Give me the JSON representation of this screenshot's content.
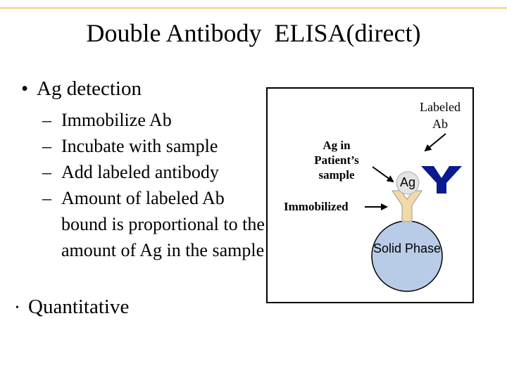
{
  "title": "Double Antibody  ELISA(direct)",
  "bullets": {
    "main": "Ag detection",
    "sub": [
      "Immobilize Ab",
      "Incubate with sample",
      "Add labeled antibody",
      "Amount of labeled Ab bound is proportional to the amount of Ag in the sample"
    ],
    "quant": "Quantitative"
  },
  "symbols": {
    "bullet": "•",
    "dash": "–"
  },
  "diagram": {
    "labeled_ab": "Labeled Ab",
    "ag_sample": "Ag in Patient’s sample",
    "immobilized": "Immobilized",
    "ag": "Ag",
    "solid_phase": "Solid Phase",
    "labeled_ab_symbol": "Y"
  },
  "colors": {
    "top_bar": "#f4dd9e",
    "solid_phase": "#b8cce8",
    "immobilized_ab": "#f2d9a6",
    "antigen": "#e3e3e3",
    "labeled_ab": "#0a1a8f"
  }
}
